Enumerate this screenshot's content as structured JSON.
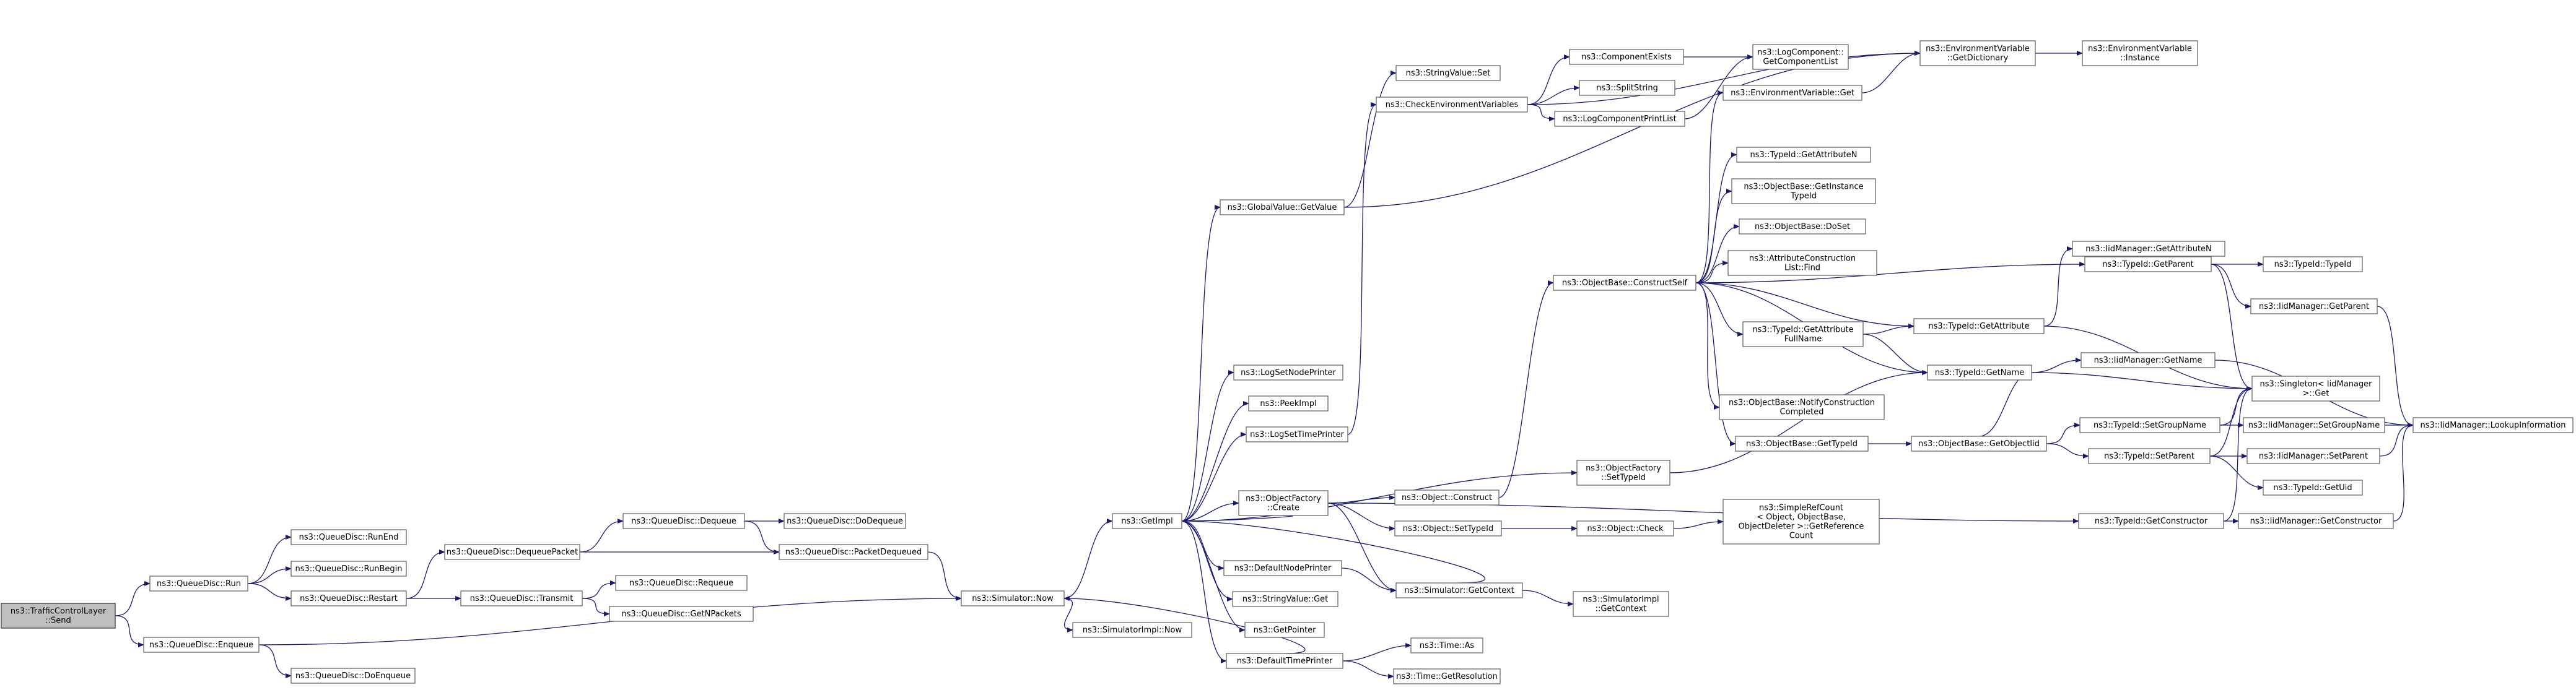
{
  "graph": {
    "title": "",
    "colors": {
      "edge": "#191970",
      "node_border": "#666666",
      "root_fill": "#bfbfbf"
    },
    "nodes": [
      {
        "id": "root",
        "lines": [
          "ns3::TrafficControlLayer",
          "::Send"
        ],
        "root": true
      },
      {
        "id": "run",
        "lines": [
          "ns3::QueueDisc::Run"
        ]
      },
      {
        "id": "enqueue",
        "lines": [
          "ns3::QueueDisc::Enqueue"
        ]
      },
      {
        "id": "runend",
        "lines": [
          "ns3::QueueDisc::RunEnd"
        ]
      },
      {
        "id": "runbegin",
        "lines": [
          "ns3::QueueDisc::RunBegin"
        ]
      },
      {
        "id": "restart",
        "lines": [
          "ns3::QueueDisc::Restart"
        ]
      },
      {
        "id": "doenqueue",
        "lines": [
          "ns3::QueueDisc::DoEnqueue"
        ]
      },
      {
        "id": "dequeuepacket",
        "lines": [
          "ns3::QueueDisc::DequeuePacket"
        ]
      },
      {
        "id": "transmit",
        "lines": [
          "ns3::QueueDisc::Transmit"
        ]
      },
      {
        "id": "dequeue",
        "lines": [
          "ns3::QueueDisc::Dequeue"
        ]
      },
      {
        "id": "requeue",
        "lines": [
          "ns3::QueueDisc::Requeue"
        ]
      },
      {
        "id": "getnpackets",
        "lines": [
          "ns3::QueueDisc::GetNPackets"
        ]
      },
      {
        "id": "dodequeue",
        "lines": [
          "ns3::QueueDisc::DoDequeue"
        ]
      },
      {
        "id": "packetdequeued",
        "lines": [
          "ns3::QueueDisc::PacketDequeued"
        ]
      },
      {
        "id": "simnow",
        "lines": [
          "ns3::Simulator::Now"
        ]
      },
      {
        "id": "simimplnow",
        "lines": [
          "ns3::SimulatorImpl::Now"
        ]
      },
      {
        "id": "getimpl",
        "lines": [
          "ns3::GetImpl"
        ]
      },
      {
        "id": "globalvalue",
        "lines": [
          "ns3::GlobalValue::GetValue"
        ]
      },
      {
        "id": "stringvalueset",
        "lines": [
          "ns3::StringValue::Set"
        ]
      },
      {
        "id": "logsetnode",
        "lines": [
          "ns3::LogSetNodePrinter"
        ]
      },
      {
        "id": "peekimpl",
        "lines": [
          "ns3::PeekImpl"
        ]
      },
      {
        "id": "logsettime",
        "lines": [
          "ns3::LogSetTimePrinter"
        ]
      },
      {
        "id": "objfactorycreate",
        "lines": [
          "ns3::ObjectFactory",
          "::Create"
        ]
      },
      {
        "id": "defaultnode",
        "lines": [
          "ns3::DefaultNodePrinter"
        ]
      },
      {
        "id": "stringvalueget",
        "lines": [
          "ns3::StringValue::Get"
        ]
      },
      {
        "id": "getpointer",
        "lines": [
          "ns3::GetPointer"
        ]
      },
      {
        "id": "defaulttime",
        "lines": [
          "ns3::DefaultTimePrinter"
        ]
      },
      {
        "id": "checkenv",
        "lines": [
          "ns3::CheckEnvironmentVariables"
        ]
      },
      {
        "id": "componentexists",
        "lines": [
          "ns3::ComponentExists"
        ]
      },
      {
        "id": "splitstring",
        "lines": [
          "ns3::SplitString"
        ]
      },
      {
        "id": "logcompprint",
        "lines": [
          "ns3::LogComponentPrintList"
        ]
      },
      {
        "id": "logcompgetlist",
        "lines": [
          "ns3::LogComponent::",
          "GetComponentList"
        ]
      },
      {
        "id": "envgetdict",
        "lines": [
          "ns3::EnvironmentVariable",
          "::GetDictionary"
        ]
      },
      {
        "id": "envinstance",
        "lines": [
          "ns3::EnvironmentVariable",
          "::Instance"
        ]
      },
      {
        "id": "envget",
        "lines": [
          "ns3::EnvironmentVariable::Get"
        ]
      },
      {
        "id": "objconstruct",
        "lines": [
          "ns3::Object::Construct"
        ]
      },
      {
        "id": "objsettypeid",
        "lines": [
          "ns3::Object::SetTypeId"
        ]
      },
      {
        "id": "objcheck",
        "lines": [
          "ns3::Object::Check"
        ]
      },
      {
        "id": "simgetcontext",
        "lines": [
          "ns3::Simulator::GetContext"
        ]
      },
      {
        "id": "simimplgetcontext",
        "lines": [
          "ns3::SimulatorImpl",
          "::GetContext"
        ]
      },
      {
        "id": "timeas",
        "lines": [
          "ns3::Time::As"
        ]
      },
      {
        "id": "timegetres",
        "lines": [
          "ns3::Time::GetResolution"
        ]
      },
      {
        "id": "objfactorysettypeid",
        "lines": [
          "ns3::ObjectFactory",
          "::SetTypeId"
        ]
      },
      {
        "id": "constructself",
        "lines": [
          "ns3::ObjectBase::ConstructSelf"
        ]
      },
      {
        "id": "getattributen",
        "lines": [
          "ns3::TypeId::GetAttributeN"
        ]
      },
      {
        "id": "getinstancetypeid",
        "lines": [
          "ns3::ObjectBase::GetInstance",
          "TypeId"
        ]
      },
      {
        "id": "doset",
        "lines": [
          "ns3::ObjectBase::DoSet"
        ]
      },
      {
        "id": "attrconstructfind",
        "lines": [
          "ns3::AttributeConstruction",
          "List::Find"
        ]
      },
      {
        "id": "getattrfullname",
        "lines": [
          "ns3::TypeId::GetAttribute",
          "FullName"
        ]
      },
      {
        "id": "notifyconstruct",
        "lines": [
          "ns3::ObjectBase::NotifyConstruction",
          "Completed"
        ]
      },
      {
        "id": "objbasegettypeid",
        "lines": [
          "ns3::ObjectBase::GetTypeId"
        ]
      },
      {
        "id": "simplerefcount",
        "lines": [
          "ns3::SimpleRefCount",
          "< Object, ObjectBase,",
          "ObjectDeleter >::GetReference",
          "Count"
        ]
      },
      {
        "id": "getparent",
        "lines": [
          "ns3::TypeId::GetParent"
        ]
      },
      {
        "id": "getattribute",
        "lines": [
          "ns3::TypeId::GetAttribute"
        ]
      },
      {
        "id": "getname",
        "lines": [
          "ns3::TypeId::GetName"
        ]
      },
      {
        "id": "getobjectiid",
        "lines": [
          "ns3::ObjectBase::GetObjectIid"
        ]
      },
      {
        "id": "getconstructor",
        "lines": [
          "ns3::TypeId::GetConstructor"
        ]
      },
      {
        "id": "typeidtypeid",
        "lines": [
          "ns3::TypeId::TypeId"
        ]
      },
      {
        "id": "iidgetparent",
        "lines": [
          "ns3::IidManager::GetParent"
        ]
      },
      {
        "id": "iidgetattrn",
        "lines": [
          "ns3::IidManager::GetAttributeN"
        ]
      },
      {
        "id": "iidgetname",
        "lines": [
          "ns3::IidManager::GetName"
        ]
      },
      {
        "id": "singleton",
        "lines": [
          "ns3::Singleton< IidManager",
          ">::Get"
        ]
      },
      {
        "id": "setgroupname",
        "lines": [
          "ns3::TypeId::SetGroupName"
        ]
      },
      {
        "id": "setparent",
        "lines": [
          "ns3::TypeId::SetParent"
        ]
      },
      {
        "id": "iidsetgroupname",
        "lines": [
          "ns3::IidManager::SetGroupName"
        ]
      },
      {
        "id": "iidsetparent",
        "lines": [
          "ns3::IidManager::SetParent"
        ]
      },
      {
        "id": "getuid",
        "lines": [
          "ns3::TypeId::GetUid"
        ]
      },
      {
        "id": "iidgetconstructor",
        "lines": [
          "ns3::IidManager::GetConstructor"
        ]
      },
      {
        "id": "lookupinfo",
        "lines": [
          "ns3::IidManager::LookupInformation"
        ]
      }
    ],
    "edges": [
      [
        "root",
        "run"
      ],
      [
        "root",
        "enqueue"
      ],
      [
        "run",
        "runend"
      ],
      [
        "run",
        "runbegin"
      ],
      [
        "run",
        "restart"
      ],
      [
        "enqueue",
        "doenqueue"
      ],
      [
        "enqueue",
        "simnow"
      ],
      [
        "restart",
        "dequeuepacket"
      ],
      [
        "restart",
        "transmit"
      ],
      [
        "dequeuepacket",
        "dequeue"
      ],
      [
        "dequeuepacket",
        "packetdequeued"
      ],
      [
        "dequeue",
        "dodequeue"
      ],
      [
        "dequeue",
        "packetdequeued"
      ],
      [
        "transmit",
        "requeue"
      ],
      [
        "transmit",
        "getnpackets"
      ],
      [
        "packetdequeued",
        "simnow"
      ],
      [
        "simnow",
        "getimpl"
      ],
      [
        "simnow",
        "simimplnow"
      ],
      [
        "getimpl",
        "globalvalue"
      ],
      [
        "getimpl",
        "logsetnode"
      ],
      [
        "getimpl",
        "peekimpl"
      ],
      [
        "getimpl",
        "logsettime"
      ],
      [
        "getimpl",
        "objfactorycreate"
      ],
      [
        "getimpl",
        "objfactorysettypeid"
      ],
      [
        "getimpl",
        "defaultnode"
      ],
      [
        "getimpl",
        "stringvalueget"
      ],
      [
        "getimpl",
        "getpointer"
      ],
      [
        "getimpl",
        "defaulttime"
      ],
      [
        "globalvalue",
        "stringvalueset"
      ],
      [
        "globalvalue",
        "envgetdict"
      ],
      [
        "logsettime",
        "checkenv"
      ],
      [
        "checkenv",
        "componentexists"
      ],
      [
        "checkenv",
        "splitstring"
      ],
      [
        "checkenv",
        "logcompprint"
      ],
      [
        "checkenv",
        "envgetdict"
      ],
      [
        "componentexists",
        "logcompgetlist"
      ],
      [
        "logcompprint",
        "logcompgetlist"
      ],
      [
        "envgetdict",
        "envinstance"
      ],
      [
        "envget",
        "envgetdict"
      ],
      [
        "objfactorycreate",
        "getimpl"
      ],
      [
        "objfactorycreate",
        "objconstruct"
      ],
      [
        "objfactorycreate",
        "objsettypeid"
      ],
      [
        "objfactorycreate",
        "simgetcontext"
      ],
      [
        "objfactorycreate",
        "getconstructor"
      ],
      [
        "defaultnode",
        "simgetcontext"
      ],
      [
        "objconstruct",
        "constructself"
      ],
      [
        "objsettypeid",
        "objcheck"
      ],
      [
        "objcheck",
        "simplerefcount"
      ],
      [
        "simgetcontext",
        "getimpl"
      ],
      [
        "simgetcontext",
        "simimplgetcontext"
      ],
      [
        "defaulttime",
        "simnow"
      ],
      [
        "defaulttime",
        "timeas"
      ],
      [
        "defaulttime",
        "timegetres"
      ],
      [
        "objfactorysettypeid",
        "getname"
      ],
      [
        "constructself",
        "envget"
      ],
      [
        "constructself",
        "getattributen"
      ],
      [
        "constructself",
        "getinstancetypeid"
      ],
      [
        "constructself",
        "doset"
      ],
      [
        "constructself",
        "attrconstructfind"
      ],
      [
        "constructself",
        "getattrfullname"
      ],
      [
        "constructself",
        "notifyconstruct"
      ],
      [
        "constructself",
        "objbasegettypeid"
      ],
      [
        "constructself",
        "getparent"
      ],
      [
        "constructself",
        "getattribute"
      ],
      [
        "constructself",
        "getname"
      ],
      [
        "getattrfullname",
        "getattribute"
      ],
      [
        "getattrfullname",
        "getname"
      ],
      [
        "objbasegettypeid",
        "getobjectiid"
      ],
      [
        "getobjectiid",
        "getname"
      ],
      [
        "getobjectiid",
        "setgroupname"
      ],
      [
        "getobjectiid",
        "setparent"
      ],
      [
        "getparent",
        "typeidtypeid"
      ],
      [
        "getparent",
        "iidgetparent"
      ],
      [
        "getparent",
        "singleton"
      ],
      [
        "getattribute",
        "iidgetattrn"
      ],
      [
        "getattribute",
        "singleton"
      ],
      [
        "getname",
        "iidgetname"
      ],
      [
        "getname",
        "singleton"
      ],
      [
        "setgroupname",
        "iidsetgroupname"
      ],
      [
        "setgroupname",
        "singleton"
      ],
      [
        "setparent",
        "iidsetparent"
      ],
      [
        "setparent",
        "getuid"
      ],
      [
        "setparent",
        "singleton"
      ],
      [
        "getconstructor",
        "iidgetconstructor"
      ],
      [
        "getconstructor",
        "singleton"
      ],
      [
        "iidgetparent",
        "lookupinfo"
      ],
      [
        "iidgetname",
        "lookupinfo"
      ],
      [
        "iidsetgroupname",
        "lookupinfo"
      ],
      [
        "iidsetparent",
        "lookupinfo"
      ],
      [
        "iidgetconstructor",
        "lookupinfo"
      ]
    ]
  }
}
